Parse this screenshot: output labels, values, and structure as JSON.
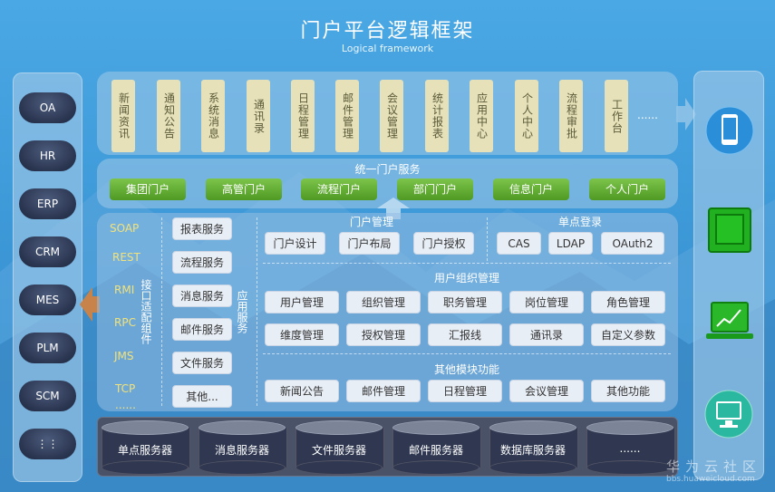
{
  "title": "门户平台逻辑框架",
  "subtitle": "Logical framework",
  "left_systems": [
    "OA",
    "HR",
    "ERP",
    "CRM",
    "MES",
    "PLM",
    "SCM",
    "⋮⋮"
  ],
  "apps": [
    "新闻资讯",
    "通知公告",
    "系统消息",
    "通讯录",
    "日程管理",
    "邮件管理",
    "会议管理",
    "统计报表",
    "应用中心",
    "个人中心",
    "流程审批",
    "工作台"
  ],
  "apps_more": "......",
  "unified_portal": {
    "title": "统一门户服务",
    "items": [
      "集团门户",
      "高管门户",
      "流程门户",
      "部门门户",
      "信息门户",
      "个人门户"
    ]
  },
  "protocols": [
    "SOAP",
    "REST",
    "RMI",
    "RPC",
    "JMS",
    "TCP",
    "......"
  ],
  "adapter_label": "接口适配组件",
  "app_services": {
    "label": "应用服务",
    "items": [
      "报表服务",
      "流程服务",
      "消息服务",
      "邮件服务",
      "文件服务",
      "其他..."
    ]
  },
  "portal_mgmt": {
    "title": "门户管理",
    "items": [
      "门户设计",
      "门户布局",
      "门户授权"
    ]
  },
  "sso": {
    "title": "单点登录",
    "items": [
      "CAS",
      "LDAP",
      "OAuth2"
    ]
  },
  "user_org": {
    "title": "用户组织管理",
    "row1": [
      "用户管理",
      "组织管理",
      "职务管理",
      "岗位管理",
      "角色管理"
    ],
    "row2": [
      "维度管理",
      "授权管理",
      "汇报线",
      "通讯录",
      "自定义参数"
    ]
  },
  "other_modules": {
    "title": "其他模块功能",
    "items": [
      "新闻公告",
      "邮件管理",
      "日程管理",
      "会议管理",
      "其他功能"
    ]
  },
  "servers": [
    "单点服务器",
    "消息服务器",
    "文件服务器",
    "邮件服务器",
    "数据库服务器",
    "......"
  ],
  "devices": [
    "mobile-phone-icon",
    "tablet-icon",
    "laptop-chart-icon",
    "desktop-monitor-icon"
  ],
  "watermark": "华为云社区",
  "watermark_url": "bbs.huaweicloud.com",
  "colors": {
    "background": "#3a9ad8",
    "green_button": "#5aa82e",
    "app_card": "#e6e1b8",
    "server": "#2f3850",
    "protocol_text": "#f2e27a",
    "arrow": "#c8834a"
  }
}
